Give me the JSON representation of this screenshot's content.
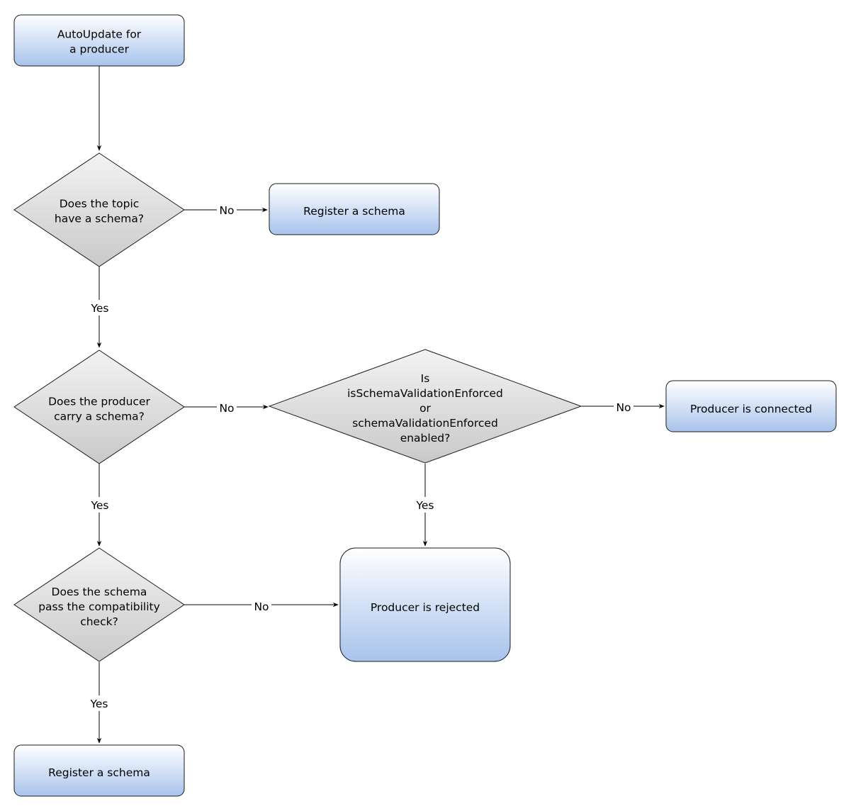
{
  "nodes": {
    "start": {
      "lines": [
        "AutoUpdate for",
        "a producer"
      ]
    },
    "topic_schema": {
      "lines": [
        "Does the topic",
        "have a schema?"
      ]
    },
    "register_top": {
      "lines": [
        "Register a schema"
      ]
    },
    "producer_schema": {
      "lines": [
        "Does the producer",
        "carry a schema?"
      ]
    },
    "enforced": {
      "lines": [
        "Is",
        "isSchemaValidationEnforced",
        "or",
        "schemaValidationEnforced",
        "enabled?"
      ]
    },
    "connected": {
      "lines": [
        "Producer is connected"
      ]
    },
    "compat": {
      "lines": [
        "Does the schema",
        "pass the compatibility",
        "check?"
      ]
    },
    "rejected": {
      "lines": [
        "Producer is rejected"
      ]
    },
    "register_bottom": {
      "lines": [
        "Register a schema"
      ]
    }
  },
  "edges": {
    "topic_no": "No",
    "topic_yes": "Yes",
    "producer_no": "No",
    "producer_yes": "Yes",
    "enforced_no": "No",
    "enforced_yes": "Yes",
    "compat_no": "No",
    "compat_yes": "Yes"
  }
}
